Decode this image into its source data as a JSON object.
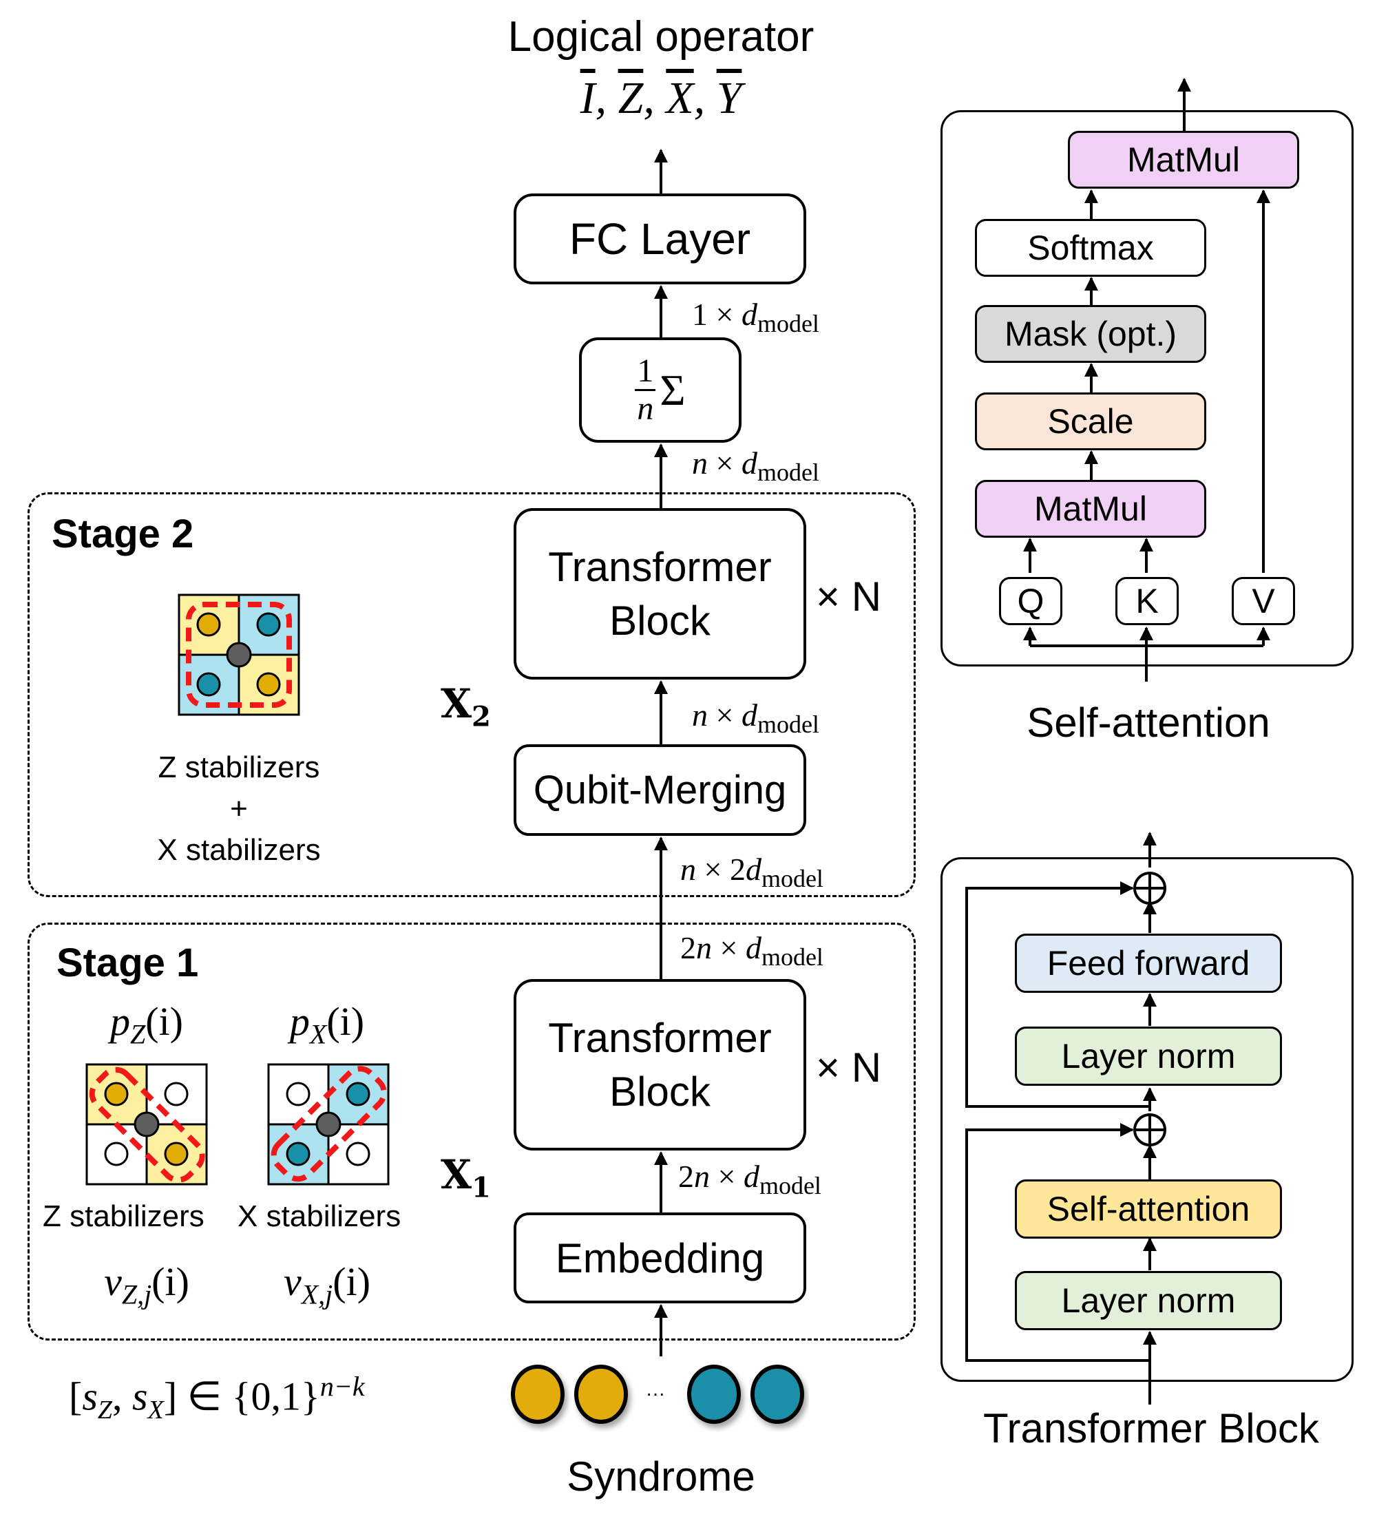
{
  "output": {
    "title": "Logical operator",
    "operators": [
      "I",
      "Z",
      "X",
      "Y"
    ]
  },
  "main_pipeline": {
    "fc_layer": "FC Layer",
    "mean_pool": {
      "numerator": "1",
      "denominator": "n",
      "symbol": "Σ"
    },
    "dims": {
      "fc_in": {
        "prefix": "1 × ",
        "var": "d",
        "sub": "model"
      },
      "pool_in": {
        "prefix_var": "n",
        "times": " × ",
        "var": "d",
        "sub": "model"
      },
      "tb2_in": {
        "prefix_var": "n",
        "times": " × ",
        "var": "d",
        "sub": "model"
      },
      "merge_in": {
        "prefix_var": "n",
        "times": " × 2",
        "var": "d",
        "sub": "model"
      },
      "tb1_out": {
        "prefix_num": "2",
        "prefix_var": "n",
        "times": " × ",
        "var": "d",
        "sub": "model"
      },
      "tb1_in": {
        "prefix_num": "2",
        "prefix_var": "n",
        "times": " × ",
        "var": "d",
        "sub": "model"
      }
    },
    "stage2": {
      "title": "Stage 2",
      "transformer_block": [
        "Transformer",
        "Block"
      ],
      "repeat": "× N",
      "qubit_merging": "Qubit-Merging",
      "x_label": "X",
      "x_sub": "2",
      "caption_line1": "Z stabilizers",
      "caption_plus": "+",
      "caption_line2": "X stabilizers"
    },
    "stage1": {
      "title": "Stage 1",
      "transformer_block": [
        "Transformer",
        "Block"
      ],
      "repeat": "× N",
      "embedding": "Embedding",
      "x_label": "X",
      "x_sub": "1",
      "z_stab": {
        "p_label": "p",
        "p_sub": "Z",
        "arg": "(i)",
        "caption": "Z stabilizers",
        "v_label": "v",
        "v_sub": "Z,j",
        "v_arg": "(i)"
      },
      "x_stab": {
        "p_label": "p",
        "p_sub": "X",
        "arg": "(i)",
        "caption": "X stabilizers",
        "v_label": "v",
        "v_sub": "X,j",
        "v_arg": "(i)"
      }
    },
    "syndrome": {
      "formula_left": "[",
      "sZ": "s",
      "sZ_sub": "Z",
      "sX": "s",
      "sX_sub": "X",
      "formula_right": "] ∈ {0,1}",
      "exponent": "n−k",
      "ellipsis": "···",
      "label": "Syndrome"
    }
  },
  "self_attention": {
    "title": "Self-attention",
    "matmul_top": "MatMul",
    "softmax": "Softmax",
    "mask": "Mask (opt.)",
    "scale": "Scale",
    "matmul_bottom": "MatMul",
    "q": "Q",
    "k": "K",
    "v": "V"
  },
  "transformer_block_detail": {
    "title": "Transformer Block",
    "feed_forward": "Feed forward",
    "layer_norm_top": "Layer norm",
    "self_attention": "Self-attention",
    "layer_norm_bottom": "Layer norm"
  },
  "colors": {
    "z_yellow_cell": "#fdf0a0",
    "x_blue_cell": "#ade3f0",
    "z_qubit": "#e2ac07",
    "x_qubit": "#1a8fa8",
    "ancilla": "#5e5e5e",
    "red_dashed": "#f01818",
    "matmul_fill": "#f0d0f5",
    "mask_fill": "#d9d9d9",
    "scale_fill": "#fbe5d6",
    "feed_forward_fill": "#deebf7",
    "layer_norm_fill": "#e2f0d9",
    "self_attention_fill": "#ffe699"
  }
}
